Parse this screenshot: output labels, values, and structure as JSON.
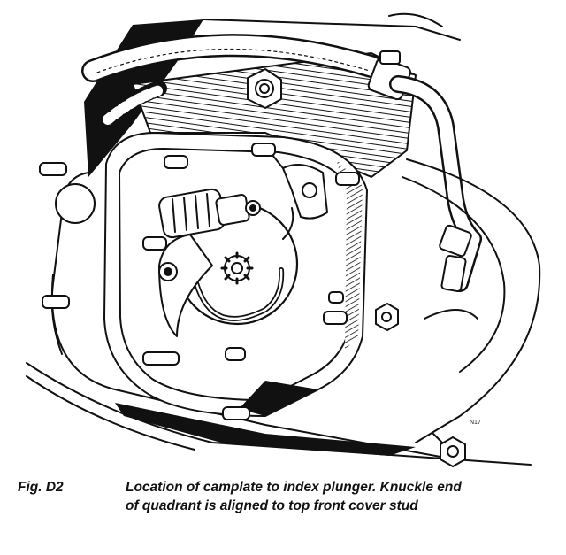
{
  "caption": {
    "label": "Fig. D2",
    "line1": "Location of camplate to index plunger. Knuckle end",
    "line2": "of quadrant is aligned to top front cover stud"
  },
  "drawing_tag": "N17",
  "colors": {
    "ink": "#111111",
    "paper": "#ffffff"
  }
}
